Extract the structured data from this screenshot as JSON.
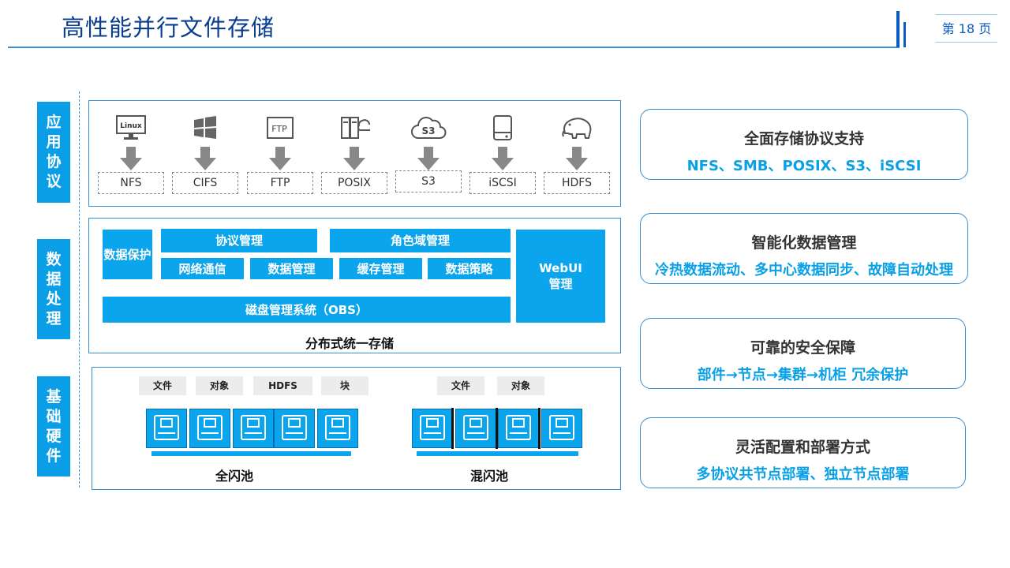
{
  "header": {
    "title": "高性能并行文件存储",
    "page_label": "第 18 页"
  },
  "layers": [
    {
      "label": "应用协议"
    },
    {
      "label": "数据处理"
    },
    {
      "label": "基础硬件"
    }
  ],
  "protocols": [
    {
      "name": "NFS",
      "icon": "linux-monitor-icon",
      "icon_text": "Linux"
    },
    {
      "name": "CIFS",
      "icon": "windows-logo-icon"
    },
    {
      "name": "FTP",
      "icon": "ftp-icon",
      "icon_text": "FTP"
    },
    {
      "name": "POSIX",
      "icon": "server-cloud-icon"
    },
    {
      "name": "S3",
      "icon": "s3-cloud-icon",
      "icon_text": "S3"
    },
    {
      "name": "iSCSI",
      "icon": "disk-drive-icon"
    },
    {
      "name": "HDFS",
      "icon": "hadoop-elephant-icon"
    }
  ],
  "processing": {
    "data_protection": "数据保护",
    "protocol_mgmt": "协议管理",
    "role_domain_mgmt": "角色域管理",
    "network_comm": "网络通信",
    "data_mgmt": "数据管理",
    "cache_mgmt": "缓存管理",
    "data_policy": "数据策略",
    "webui_line1": "WebUI",
    "webui_line2": "管理",
    "obs": "磁盘管理系统（OBS）",
    "caption": "分布式统一存储"
  },
  "hardware": {
    "all_flash": {
      "tags": [
        "文件",
        "对象",
        "HDFS",
        "块"
      ],
      "caption": "全闪池",
      "drives": 5
    },
    "hybrid_flash": {
      "tags": [
        "文件",
        "对象"
      ],
      "caption": "混闪池",
      "drives": 4
    }
  },
  "features": [
    {
      "title": "全面存储协议支持",
      "detail": "NFS、SMB、POSIX、S3、iSCSI"
    },
    {
      "title": "智能化数据管理",
      "detail": "冷热数据流动、多中心数据同步、故障自动处理"
    },
    {
      "title": "可靠的安全保障",
      "detail": "部件→节点→集群→机柜 冗余保护"
    },
    {
      "title": "灵活配置和部署方式",
      "detail": "多协议共节点部署、独立节点部署"
    }
  ],
  "colors": {
    "accent": "#0aa5ec",
    "title": "#0a3d8f",
    "line": "#3a8fd1"
  }
}
